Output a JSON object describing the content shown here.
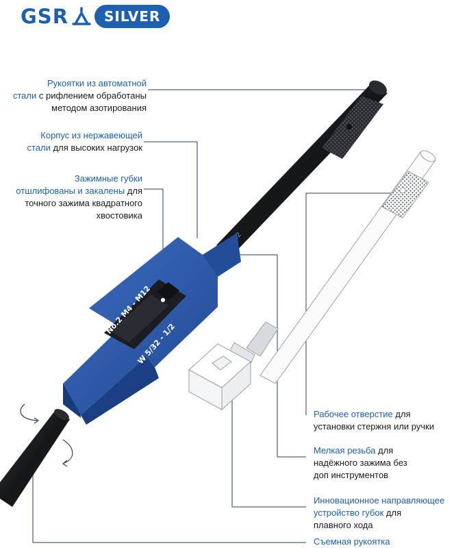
{
  "brand": {
    "name": "GSR",
    "logo_icon": "tent-triangle-icon",
    "tier": "SILVER",
    "color": "#1d5fb0"
  },
  "colors": {
    "accent_blue": "#1d5fb0",
    "body_blue": "#2f59a6",
    "rod_black": "#1e1f22",
    "leader_line": "#2b3e5c"
  },
  "product": {
    "body_marking_top": "No.2 M4 - M12",
    "body_marking_bottom": "W 5/32 - 1/2",
    "rod_marking": "No.2"
  },
  "callouts": {
    "handles": {
      "line1_hl": "Рукоятки из автоматной",
      "line2_hl": "стали",
      "line2_rest": " с рифлением обработаны",
      "line3": "методом азотирования"
    },
    "body": {
      "line1_hl": "Корпус из нержавеющей",
      "line2_hl": "стали",
      "line2_rest": " для высоких нагрузок"
    },
    "jaws": {
      "line1_hl": "Зажимные губки",
      "line2_hl": "отшлифованы и закалены",
      "line2_rest": " для",
      "line3": "точного зажима квадратного",
      "line4": "хвостовика"
    },
    "hole": {
      "line1_hl": "Рабочее отверстие",
      "line1_rest": " для",
      "line2": "установки стержня или ручки"
    },
    "thread": {
      "line1_hl": "Мелкая резьба",
      "line1_rest": " для",
      "line2": "надёжного зажима без",
      "line3": "доп инструментов"
    },
    "guide": {
      "line1_hl": "Инновационное направляющее",
      "line2_hl": "устройство губок",
      "line2_rest": " для",
      "line3": "плавного хода"
    },
    "removable": {
      "line1_hl": "Съемная рукоятка"
    }
  }
}
